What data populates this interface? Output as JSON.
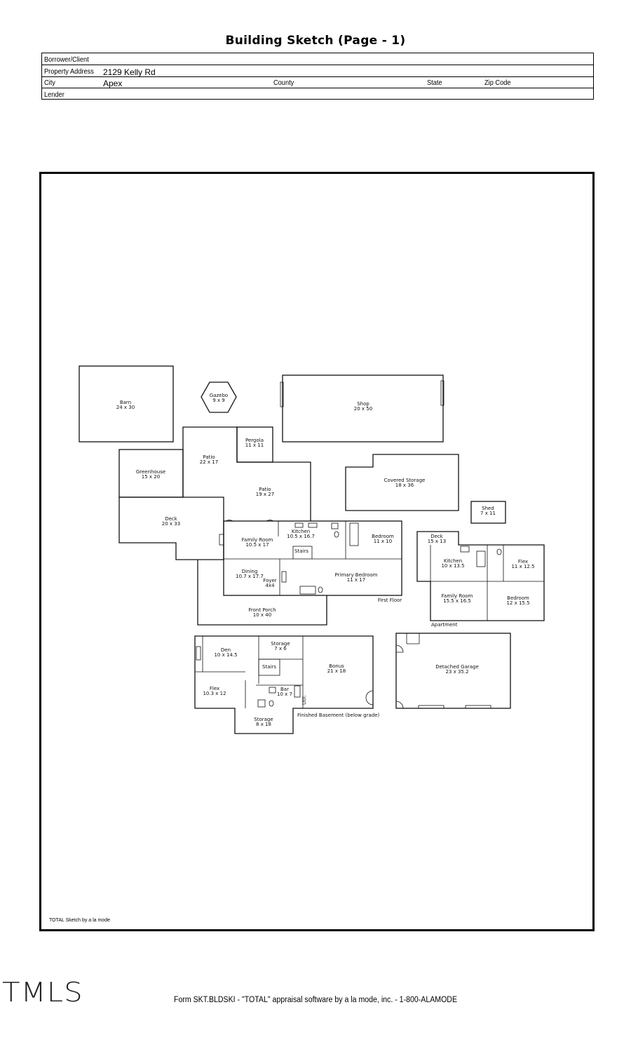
{
  "page_title": "Building Sketch (Page - 1)",
  "header": {
    "borrower_label": "Borrower/Client",
    "borrower_value": "",
    "address_label": "Property Address",
    "address_value": "2129 Kelly Rd",
    "city_label": "City",
    "city_value": "Apex",
    "county_label": "County",
    "state_label": "State",
    "zip_label": "Zip Code",
    "lender_label": "Lender"
  },
  "rooms": {
    "barn": {
      "name": "Barn",
      "size": "24 x 30"
    },
    "gazebo": {
      "name": "Gazebo",
      "size": "9 x 9"
    },
    "shop": {
      "name": "Shop",
      "size": "20 x 50"
    },
    "pergola": {
      "name": "Pergola",
      "size": "11 x 11"
    },
    "patio1": {
      "name": "Patio",
      "size": "22 x 17"
    },
    "patio2": {
      "name": "Patio",
      "size": "19 x 27"
    },
    "greenhouse": {
      "name": "Greenhouse",
      "size": "15 x 20"
    },
    "covered_storage": {
      "name": "Covered Storage",
      "size": "18 x 36"
    },
    "shed": {
      "name": "Shed",
      "size": "7 x 11"
    },
    "deck_main": {
      "name": "Deck",
      "size": "20 x 33"
    },
    "family_room": {
      "name": "Family Room",
      "size": "10.5 x 17"
    },
    "kitchen": {
      "name": "Kitchen",
      "size": "10.5 x 16.7"
    },
    "bedroom": {
      "name": "Bedroom",
      "size": "11 x 10"
    },
    "stairs1": {
      "name": "Stairs"
    },
    "dining": {
      "name": "Dining",
      "size": "10.7 x 17.7"
    },
    "foyer": {
      "name": "Foyer",
      "size": "4x4"
    },
    "primary_bedroom": {
      "name": "Primary Bedroom",
      "size": "11 x 17"
    },
    "front_porch": {
      "name": "Front Porch",
      "size": "10 x 40"
    },
    "first_floor_label": "First Floor",
    "apt_deck": {
      "name": "Deck",
      "size": "15 x 13"
    },
    "apt_kitchen": {
      "name": "Kitchen",
      "size": "10 x 13.5"
    },
    "apt_flex": {
      "name": "Flex",
      "size": "11 x 12.5"
    },
    "apt_family": {
      "name": "Family Room",
      "size": "15.5 x 16.5"
    },
    "apt_bedroom": {
      "name": "Bedroom",
      "size": "12 x 15.5"
    },
    "apartment_label": "Apartment",
    "den": {
      "name": "Den",
      "size": "10 x 14.5"
    },
    "b_storage1": {
      "name": "Storage",
      "size": "7 x 6"
    },
    "stairs2": {
      "name": "Stairs"
    },
    "bonus": {
      "name": "Bonus",
      "size": "21 x 18"
    },
    "b_flex": {
      "name": "Flex",
      "size": "10.3 x 12"
    },
    "bar": {
      "name": "Bar",
      "size": "10 x 7"
    },
    "util": {
      "name": "Util."
    },
    "b_storage2": {
      "name": "Storage",
      "size": "8 x 18"
    },
    "basement_label": "Finished Basement (below grade)",
    "garage": {
      "name": "Detached Garage",
      "size": "23 x 35.2"
    }
  },
  "credit": "TOTAL Sketch by a la mode",
  "footer": "Form SKT.BLDSKI - \"TOTAL\" appraisal software by a la mode, inc. - 1-800-ALAMODE",
  "logo": "TMLS"
}
